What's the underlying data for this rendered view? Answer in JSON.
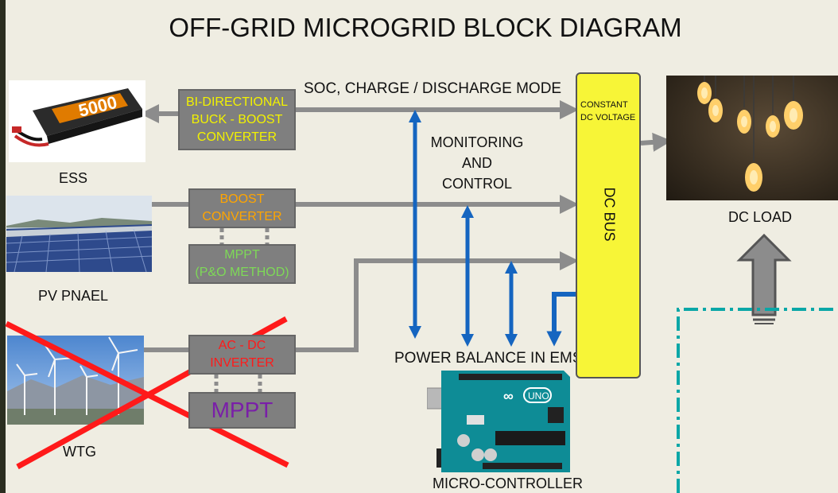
{
  "title": "OFF-GRID MICROGRID  BLOCK  DIAGRAM",
  "labels": {
    "ess": "ESS",
    "pv": "PV PNAEL",
    "wtg": "WTG",
    "dc_load": "DC LOAD",
    "soc": "SOC, CHARGE / DISCHARGE MODE",
    "monitoring": [
      "MONITORING",
      "AND",
      "CONTROL"
    ],
    "power_balance": "POWER BALANCE IN EMS",
    "micro": "MICRO-CONTROLLER",
    "constant_dc": [
      "CONSTANT",
      "DC VOLTAGE"
    ],
    "dc_bus": "DC BUS"
  },
  "boxes": {
    "bidirectional": [
      "BI-DIRECTIONAL",
      "BUCK - BOOST",
      "CONVERTER"
    ],
    "boost": [
      "BOOST",
      "CONVERTER"
    ],
    "mppt_pv": [
      "MPPT",
      "(P&O METHOD)"
    ],
    "ac_dc": [
      "AC - DC",
      "INVERTER"
    ],
    "mppt_wtg": "MPPT"
  },
  "battery_text": "5000",
  "arduino_text": "UNO",
  "colors": {
    "background": "#efede2",
    "box": "#7f7f7f",
    "dc_bus": "#f7f537",
    "arrow_gray": "#8c8c8c",
    "arrow_blue": "#1565c0",
    "cross_red": "#ff1a1a",
    "dash_teal": "#0aa7a7",
    "text_yellow": "#f2f200",
    "text_orange": "#ffa500",
    "text_green": "#7ed957",
    "text_red": "#ff1a1a",
    "text_purple": "#7a1fa8"
  }
}
